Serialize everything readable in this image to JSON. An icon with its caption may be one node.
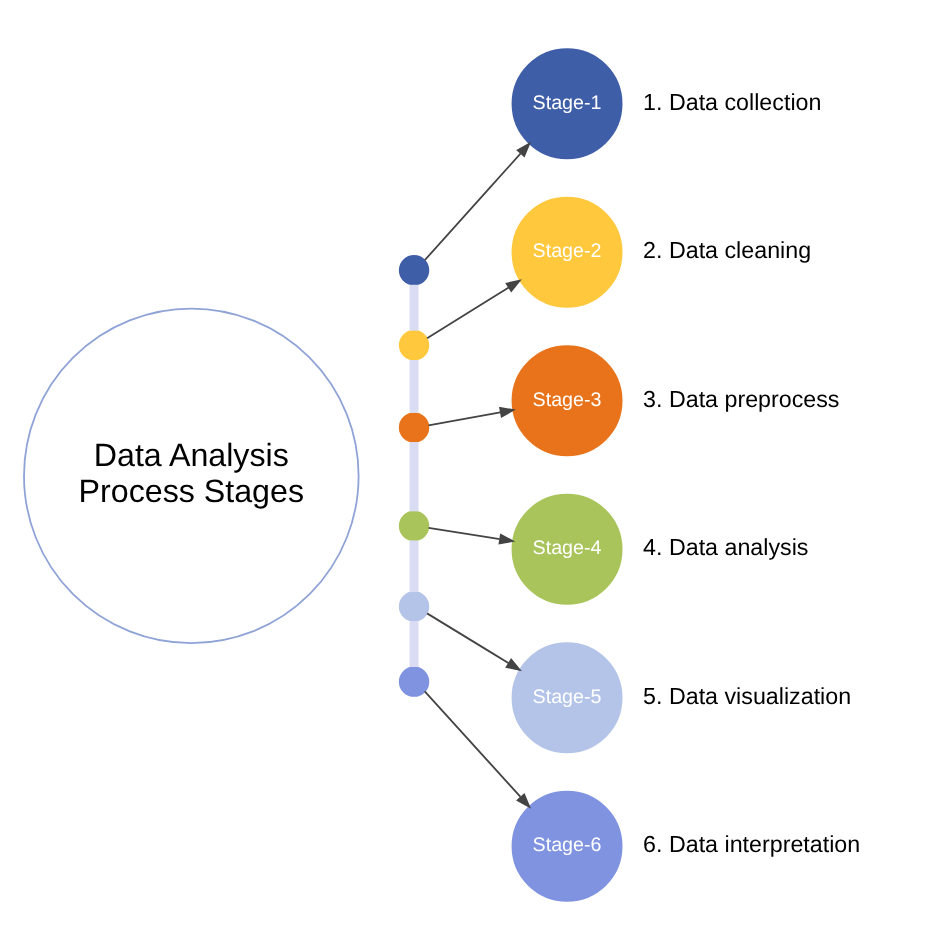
{
  "diagram": {
    "nodes": [
      {
        "text": [
          "Data Analysis Process Stages"
        ]
      },
      {
        "text": [],
        "shape": "circle"
      },
      {
        "text": [
          "Stage-1"
        ],
        "beside": [
          "1. Data collection"
        ]
      },
      {
        "text": [],
        "shape": "circle"
      },
      {
        "text": [
          "Stage-2"
        ],
        "beside": [
          "2. Data cleaning"
        ]
      },
      {
        "text": [],
        "shape": "circle"
      },
      {
        "text": [
          "Stage-3"
        ],
        "beside": [
          "3. Data preprocess"
        ]
      },
      {
        "text": [],
        "shape": "circle"
      },
      {
        "text": [
          "Stage-4"
        ],
        "beside": [
          "4. Data analysis"
        ]
      },
      {
        "text": [],
        "shape": "circle"
      },
      {
        "text": [
          "Stage-5"
        ],
        "beside": [
          "5. Data visualization"
        ]
      },
      {
        "text": [],
        "shape": "circle"
      },
      {
        "text": [
          "Stage-6"
        ],
        "beside": [
          "6. Data interpretation"
        ]
      }
    ],
    "edges": [
      {
        "from": 1,
        "to": 2,
        "arrow": "to"
      },
      {
        "from": 3,
        "to": 4,
        "arrow": "to"
      },
      {
        "from": 5,
        "to": 6,
        "arrow": "to"
      },
      {
        "from": 7,
        "to": 8,
        "arrow": "to"
      },
      {
        "from": 9,
        "to": 10,
        "arrow": "to"
      },
      {
        "from": 11,
        "to": 12,
        "arrow": "to"
      },
      {
        "from": 1,
        "to": 3,
        "arrow": "none",
        "style": "thick",
        "color": "#d9dcf2"
      },
      {
        "from": 3,
        "to": 5,
        "arrow": "none",
        "style": "thick",
        "color": "#d9dcf2"
      },
      {
        "from": 5,
        "to": 7,
        "arrow": "none",
        "style": "thick",
        "color": "#d9dcf2"
      },
      {
        "from": 7,
        "to": 9,
        "arrow": "none",
        "style": "thick",
        "color": "#d9dcf2"
      },
      {
        "from": 9,
        "to": 11,
        "arrow": "none",
        "style": "thick",
        "color": "#d9dcf2"
      }
    ]
  }
}
